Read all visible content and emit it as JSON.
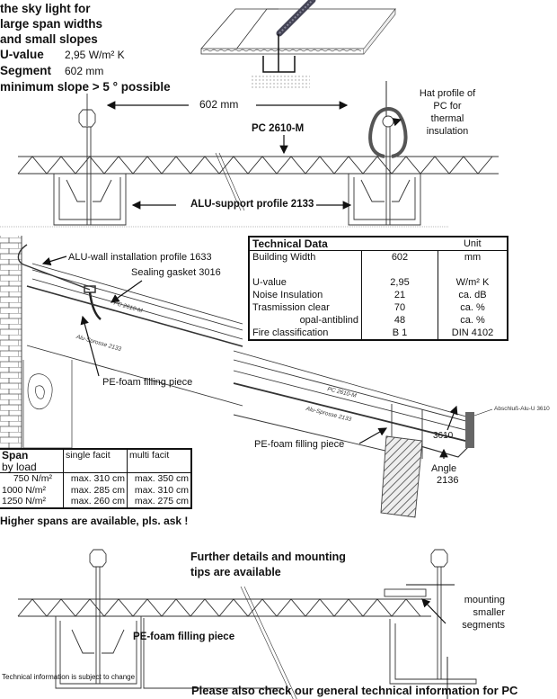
{
  "intro": {
    "line1": "the sky light for",
    "line2": "large span widths",
    "line3": "and small slopes",
    "uvalue_label": "U-value",
    "uvalue_value": "2,95 W/m² K",
    "segment_label": "Segment",
    "segment_value": "602 mm",
    "slope_note": "minimum slope > 5 ° possible"
  },
  "top_diagram": {
    "dimension_label": "602 mm",
    "panel_label": "PC 2610-M",
    "hat_profile_label": [
      "Hat profile of",
      "PC for",
      "thermal",
      "insulation"
    ],
    "support_label": "ALU-support profile 2133"
  },
  "technical_data": {
    "title": "Technical Data",
    "unit_header": "Unit",
    "rows": [
      {
        "name": "Building Width",
        "value": "602",
        "unit": "mm"
      },
      {
        "name": "",
        "value": "",
        "unit": ""
      },
      {
        "name": "U-value",
        "value": "2,95",
        "unit": "W/m² K"
      },
      {
        "name": "Noise Insulation",
        "value": "21",
        "unit": "ca. dB"
      },
      {
        "name": "Trasmission clear",
        "value": "70",
        "unit": "ca. %"
      },
      {
        "name": "opal-antiblind",
        "value": "48",
        "unit": "ca. %"
      },
      {
        "name": "Fire classification",
        "value": "B 1",
        "unit": "DIN 4102"
      }
    ]
  },
  "side_diagram": {
    "wall_profile_label": "ALU-wall installation profile 1633",
    "gasket_label": "Sealing gasket 3016",
    "foam_label_1": "PE-foam filling piece",
    "foam_label_2": "PE-foam filling piece",
    "panel_small_1": "PC 2610-M",
    "sprosse_small_1": "Alu-Sprosse 2133",
    "panel_small_2": "PC 2610-M",
    "sprosse_small_2": "Alu-Sprosse 2133",
    "end_profile_label": "Abschluß-Alu-U 3610",
    "code_3610": "3610",
    "angle_label": [
      "Angle",
      "2136"
    ]
  },
  "span_table": {
    "header": [
      "Span",
      "single facit",
      "multi facit"
    ],
    "subheader": "by load",
    "rows": [
      {
        "load": "750 N/m²",
        "single": "max. 310 cm",
        "multi": "max. 350 cm"
      },
      {
        "load": "1000 N/m²",
        "single": "max. 285 cm",
        "multi": "max. 310 cm"
      },
      {
        "load": "1250 N/m²",
        "single": "max. 260 cm",
        "multi": "max. 275 cm"
      }
    ],
    "note": "Higher spans are available, pls. ask !"
  },
  "bottom_diagram": {
    "details_note": [
      "Further details and mounting",
      "tips are available"
    ],
    "foam_label": "PE-foam filling piece",
    "mounting_label": [
      "mounting",
      "smaller",
      "segments"
    ],
    "disclaimer": "Technical information is subject to change",
    "footer": "Please also check our general technical information for PC"
  }
}
